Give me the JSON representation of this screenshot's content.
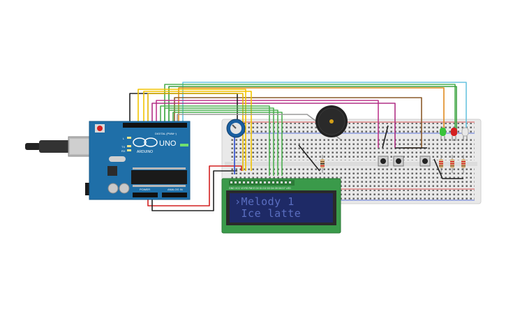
{
  "arduino": {
    "logo_text": "UNO",
    "brand_text": "ARDUINO",
    "digital_label": "DIGITAL (PWM~)",
    "power_label": "POWER",
    "analog_label": "ANALOG IN",
    "led_labels": [
      "L",
      "TX",
      "RX"
    ]
  },
  "lcd": {
    "line1": "›Melody 1",
    "line2": " Ice latte",
    "pin_label": "GND VCC V0 RS RW E D0 D1 D2 D3 D4 D5 D6 D7 LED"
  },
  "colors": {
    "board": "#1f6fa8",
    "breadboard": "#e9e9e9",
    "lcd_pcb": "#3a9a4a",
    "lcd_screen": "#1e2a66",
    "buzzer": "#222222",
    "wire_orange": "#e08a1e",
    "wire_green": "#4caf50",
    "wire_lightblue": "#6ac4e0",
    "wire_yellow": "#f2c400",
    "wire_magenta": "#c0398f",
    "wire_brown": "#8a5a2a",
    "wire_red": "#d42020",
    "wire_black": "#222222",
    "led_green": "#39c339",
    "led_red": "#d42020",
    "led_white": "#e8e8e8"
  },
  "components": {
    "potentiometer": "potentiometer-icon",
    "buzzer": "buzzer-icon",
    "buttons": [
      "push-button-icon",
      "push-button-icon",
      "push-button-icon"
    ],
    "leds": [
      "led-green-icon",
      "led-red-icon",
      "led-white-icon"
    ],
    "resistors": [
      "resistor-icon",
      "resistor-icon",
      "resistor-icon",
      "resistor-icon"
    ]
  }
}
